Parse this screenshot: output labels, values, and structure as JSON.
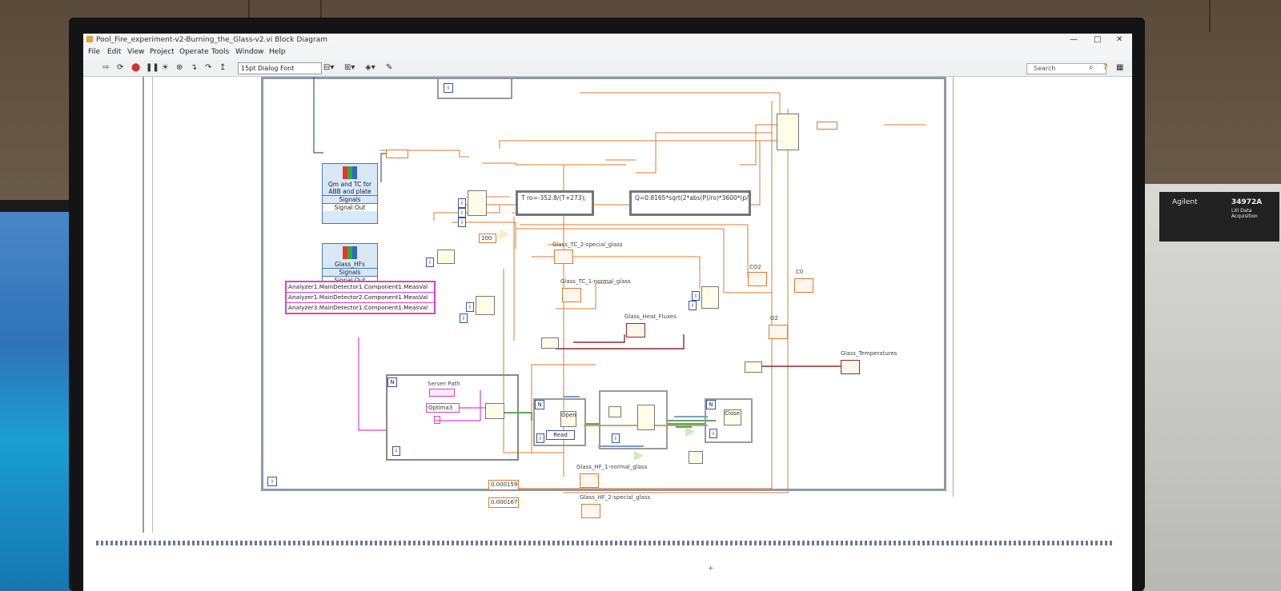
{
  "window": {
    "title": "Pool_Fire_experiment-v2-Burning_the_Glass-v2.vi Block Diagram",
    "controls": [
      "—",
      "□",
      "✕"
    ]
  },
  "menu": [
    "File",
    "Edit",
    "View",
    "Project",
    "Operate",
    "Tools",
    "Window",
    "Help"
  ],
  "toolbar": {
    "font": "15pt Dialog Font",
    "search_placeholder": "Search",
    "help": "?"
  },
  "diagram": {
    "subvi1_lines": [
      "Qm and TC for",
      "ABB and plate"
    ],
    "subvi1_ports": [
      "Signals",
      "Signal Out"
    ],
    "subvi2_title": "Glass_HFs",
    "subvi2_ports": [
      "Signals",
      "Signal Out"
    ],
    "formula1": "T ro=-352.8/(T+273);",
    "formula2": "Q=0.8165*sqrt(2*abs(P)/ro)*3600*(p/",
    "const_100": "100",
    "labels": {
      "tc2": "Glass_TC_2-special_glass",
      "tc1": "Glass_TC_1-normal_glass",
      "co2": "CO2",
      "co": "C0",
      "o2": "O2",
      "heat_fluxes": "Glass_Heat_Fluxes",
      "temperatures": "Glass_Temperatures",
      "hf1": "Glass_HF_1-normal_glass",
      "hf2": "Glass_HF_2-special_glass",
      "server_path": "Server Path"
    },
    "analyzer_tags": [
      "Analyzer1.MainDetector1.Component1.MeasVal",
      "Analyzer1.MainDetector2.Component1.MeasVal",
      "Analyzer3.MainDetector1.Component1.MeasVal"
    ],
    "optima": "Optima3",
    "read_mode": "Read",
    "open_label": "Open",
    "close_label": "Close",
    "const_a": "0.000159",
    "const_b": "0.000167",
    "loop_index": "i",
    "loop_count": "N"
  },
  "instrument": {
    "brand": "Agilent",
    "model": "34972A",
    "subtitle": "LXI Data Acquisition"
  },
  "colors": {
    "wire_orange": "#e07a2e",
    "wire_blue": "#2f5fb0",
    "wire_pink": "#e040c8",
    "wire_green": "#2a8a2a",
    "structure": "#8a9aab"
  }
}
